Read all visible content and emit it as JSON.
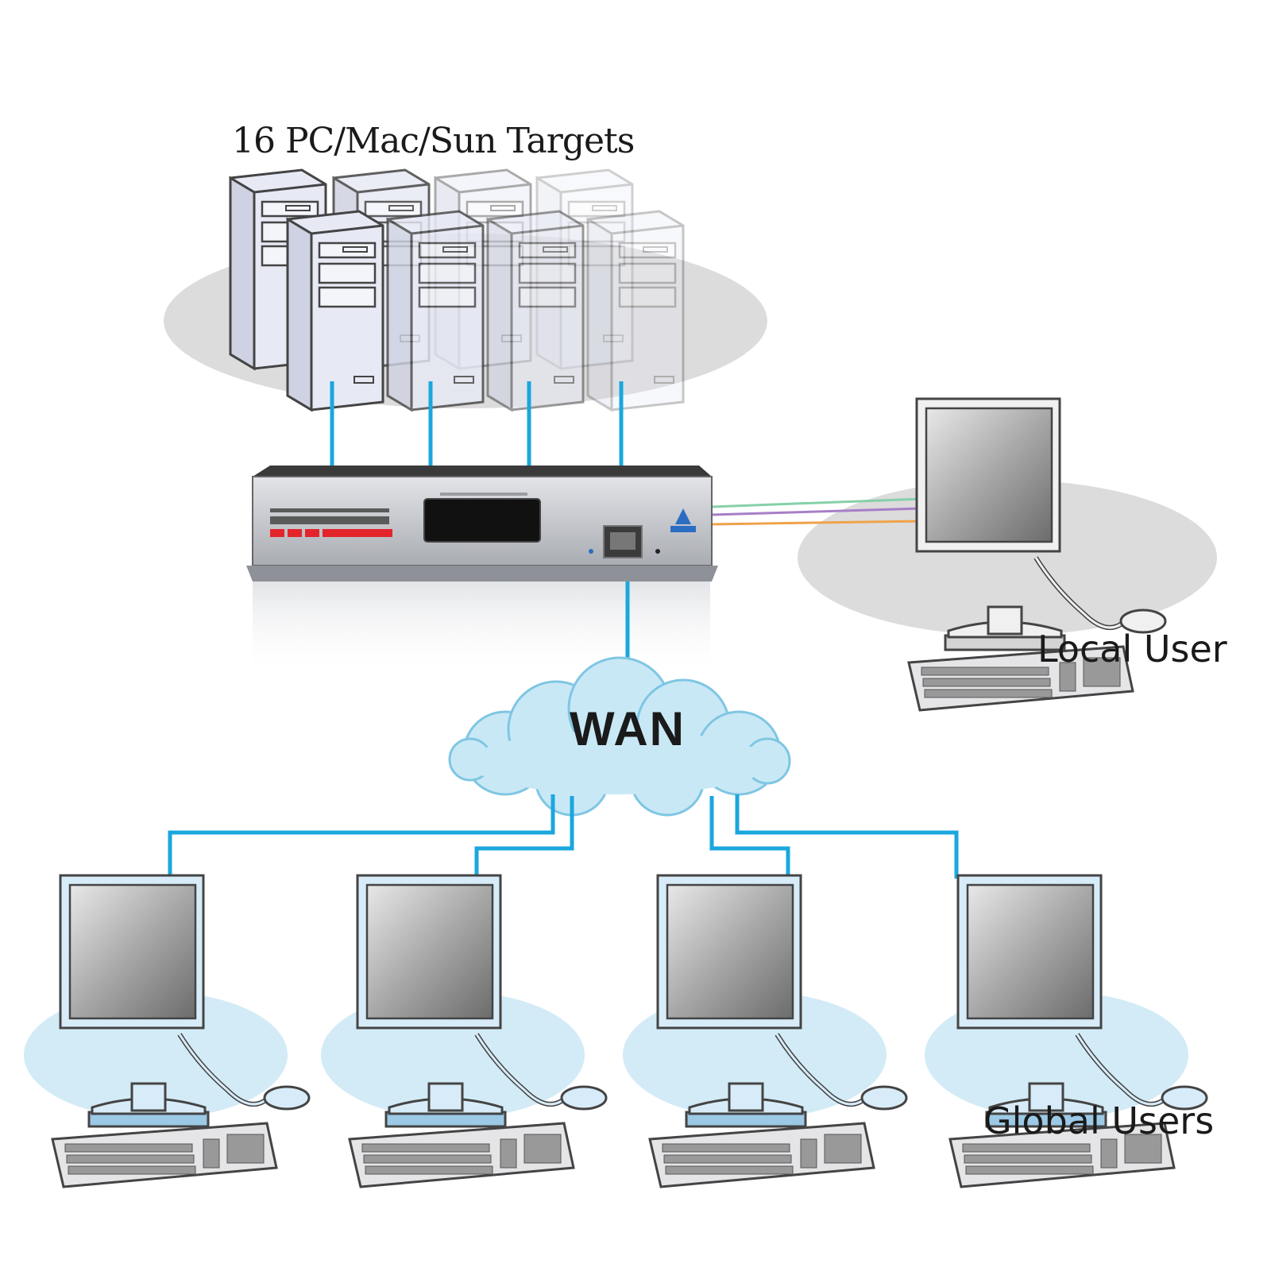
{
  "labels": {
    "targets": "16 PC/Mac/Sun Targets",
    "local_user": "Local User",
    "global_users": "Global Users",
    "network": "WAN"
  },
  "colors": {
    "cable": "#1aa7de",
    "cloud_fill": "#c9e8f5",
    "cloud_stroke": "#7fc6e3",
    "platform_gray": "#dcdcdc",
    "platform_blue": "#d3ebf6",
    "tower_fill": "#e7e9f5",
    "monitor_screen": "#9a9a9a",
    "switch_body": "#c4c7cc",
    "brand_red": "#e3242b"
  },
  "icons": {
    "targets": "server-tower-icon",
    "switch": "kvm-switch-icon",
    "network": "cloud-icon",
    "workstation": "desktop-computer-icon"
  }
}
